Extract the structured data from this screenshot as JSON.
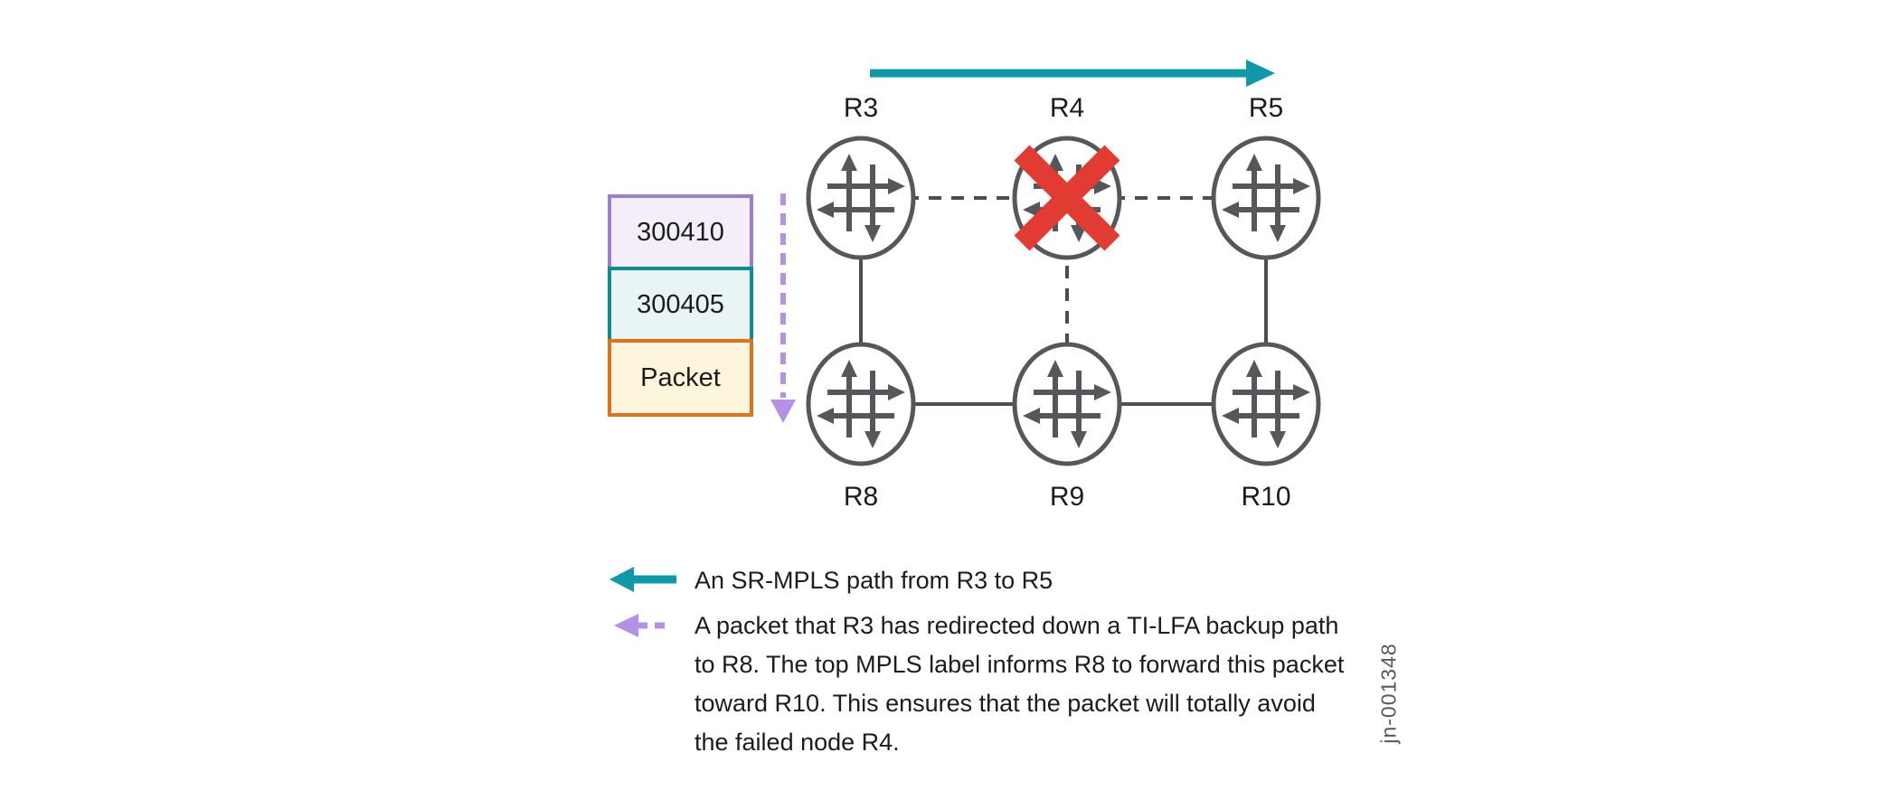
{
  "figure_label": "jn-001348",
  "colors": {
    "teal_arrow": "#0f98a7",
    "purple_arrow": "#b392e6",
    "stack_purple_border": "#9b7ed0",
    "stack_purple_fill": "#f3eefa",
    "stack_teal_border": "#0e8a99",
    "stack_teal_fill": "#e9f5f5",
    "stack_orange_border": "#e2711d",
    "stack_orange_fill": "#fdf5dc",
    "failed_x_red": "#e23b31",
    "router_gray": "#56575b",
    "link_gray": "#4d4d4e",
    "text": "#1c1c1c"
  },
  "routers": {
    "top": [
      {
        "label": "R3",
        "status": "ok"
      },
      {
        "label": "R4",
        "status": "failed"
      },
      {
        "label": "R5",
        "status": "ok"
      }
    ],
    "bottom": [
      {
        "label": "R8",
        "status": "ok"
      },
      {
        "label": "R9",
        "status": "ok"
      },
      {
        "label": "R10",
        "status": "ok"
      }
    ]
  },
  "links": [
    {
      "from": "R3",
      "to": "R4",
      "style": "dashed"
    },
    {
      "from": "R4",
      "to": "R5",
      "style": "dashed"
    },
    {
      "from": "R4",
      "to": "R9",
      "style": "dashed"
    },
    {
      "from": "R3",
      "to": "R8",
      "style": "solid"
    },
    {
      "from": "R5",
      "to": "R10",
      "style": "solid"
    },
    {
      "from": "R8",
      "to": "R9",
      "style": "solid"
    },
    {
      "from": "R9",
      "to": "R10",
      "style": "solid"
    }
  ],
  "label_stack": [
    {
      "label": "300410"
    },
    {
      "label": "300405"
    },
    {
      "label": "Packet"
    }
  ],
  "legend": [
    {
      "marker": "solid-teal-left-arrow",
      "text": "An SR-MPLS path from R3 to R5"
    },
    {
      "marker": "dashed-purple-left-arrow",
      "text": "A packet that R3 has redirected down a TI-LFA backup path to R8. The top MPLS label informs R8 to forward this packet toward R10. This ensures that the packet will totally avoid the failed node R4."
    }
  ]
}
